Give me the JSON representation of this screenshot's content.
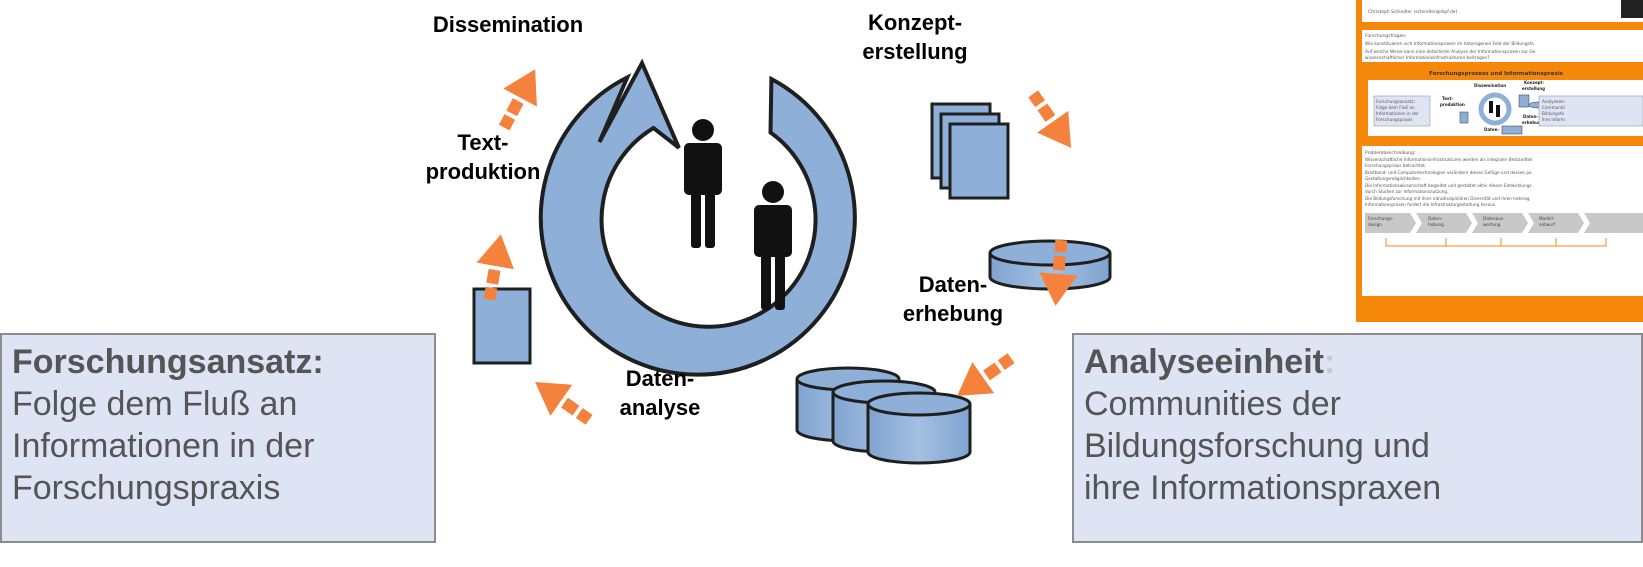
{
  "labels": {
    "dissemination": "Dissemination",
    "konzept_1": "Konzept-",
    "konzept_2": "erstellung",
    "text_1": "Text-",
    "text_2": "produktion",
    "erhebung_1": "Daten-",
    "erhebung_2": "erhebung",
    "analyse_1": "Daten-",
    "analyse_2": "analyse"
  },
  "left_box": {
    "title": "Forschungsansatz:",
    "lines": [
      "Folge dem Fluß an",
      "Informationen in der",
      "Forschungspraxis"
    ]
  },
  "right_box": {
    "title": "Analyseeinheit",
    "colon": ":",
    "lines": [
      "Communities der",
      "Bildungsforschung und",
      "ihre Informationspraxen"
    ]
  },
  "thumbnail": {
    "author": "Christoph Schindler (schindler@dipf.de)",
    "q_heading": "Forschungsfragen:",
    "q_line1": "Wie konstituieren sich Informationspraxen im heterogenen Feld der Bildungsfo",
    "q_line2": "Auf welche Weise kann eine detaillierte Analyse der Informationspraxen zur Ge",
    "q_line3": "wissenschaftlicher Informationsinfrastrukturen beitragen?",
    "band_title": "Forschungsprozess und Informationspraxis",
    "mini_left": [
      "Forschungsansatz:",
      "Folge dem Fluß an",
      "Informationen in der",
      "Forschungspraxis"
    ],
    "mini_right": [
      "Analyseein",
      "Communiti",
      "Bildungsfo",
      "ihre Inform"
    ],
    "mini_dissemination": "Dissemination",
    "mini_konzept": "Konzept-",
    "mini_konzept2": "erstellung",
    "mini_text": "Text-",
    "mini_text2": "produktion",
    "mini_erhebung": "Daten-",
    "mini_erhebung2": "erhebung",
    "mini_analyse": "Daten-",
    "problem_heading": "Problembeschreibung:",
    "problem_lines": [
      "Wissenschaftliche Informationsinfrastrukturen werden als integraler Bestandteil",
      "Forschungspraxis betrachtet.",
      "Breitband- und Computertechnologien verändern dieses Gefüge und dessen po",
      "Gestaltungsmöglichkeiten.",
      "Die Informationswissenschaft begleitet und gestaltet aktiv diesen Entwicklungs",
      "durch Studien zur Informationsnutzung.",
      "Die Bildungsforschung mit ihrer intradisziplinären Diversität und ihren heterog",
      "Informationspraxen fordert die Infrastrukturgestaltung heraus."
    ],
    "steps": [
      "Forschungs-",
      "Daten-",
      "Datenaus-",
      "Modell-",
      ""
    ],
    "steps2": [
      "design",
      "hebung",
      "wertung",
      "entwurf",
      ""
    ]
  },
  "colors": {
    "shape_fill": "#8eb0d8",
    "shape_stroke": "#1f1f1f",
    "arrow_orange": "#f5823c",
    "people": "#111111",
    "box_fill": "#dfe4f4",
    "box_border": "#8c8c8c",
    "box_text": "#555555",
    "thumb_orange": "#f5880a"
  },
  "icons": [
    "circular-arrow-icon",
    "people-icon",
    "document-stack-icon",
    "database-icon",
    "document-icon",
    "dashed-arrow-icon"
  ]
}
